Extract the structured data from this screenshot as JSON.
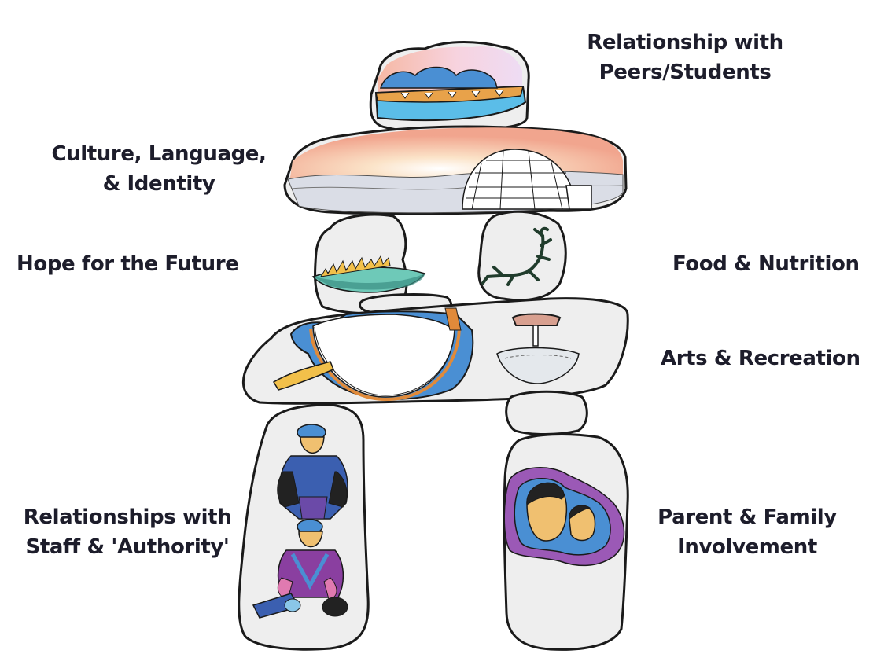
{
  "labels": {
    "peers": [
      "Relationship with",
      "Peers/Students"
    ],
    "culture": [
      "Culture, Language,",
      "& Identity"
    ],
    "hope": [
      "Hope for the Future"
    ],
    "food": [
      "Food & Nutrition"
    ],
    "arts": [
      "Arts & Recreation"
    ],
    "staff": [
      "Relationships with",
      "Staff & 'Authority'"
    ],
    "family": [
      "Parent & Family",
      "Involvement"
    ]
  },
  "colors": {
    "stone_fill": "#eeeeee",
    "stone_stroke": "#1a1a1a",
    "stone_rim": "#cfcfcf",
    "sky_pink": "#f2b5a0",
    "sky_lavender": "#f3d4e8",
    "blue": "#4a90d9",
    "light_blue": "#6cc4ee",
    "orange": "#e8a24a",
    "purple": "#9b59b6",
    "skin": "#f0c070",
    "text": "#1d1d2b"
  },
  "icons": [
    "inuksuk-diagram",
    "kayak-icon",
    "igloo-icon",
    "flame-qulliq-icon",
    "caribou-antler-icon",
    "amauti-coat-icon",
    "ulu-knife-icon",
    "seated-person-icon",
    "family-faces-icon"
  ]
}
